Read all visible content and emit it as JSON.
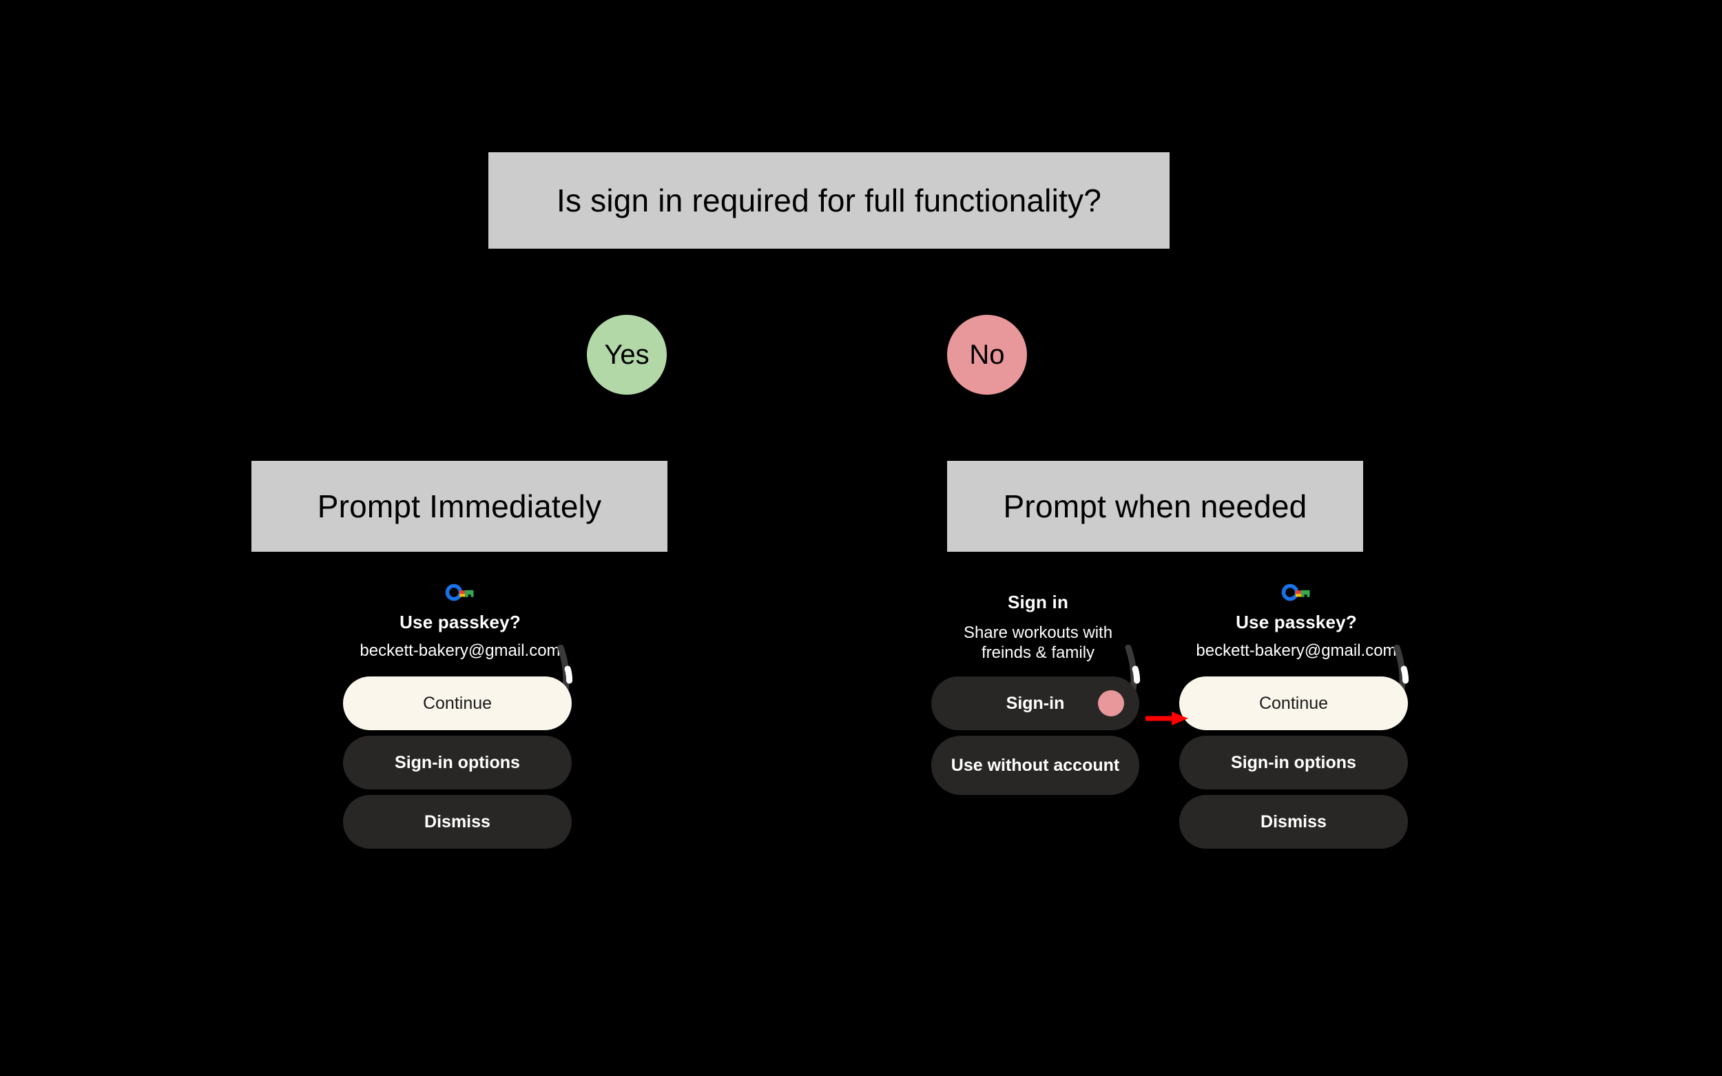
{
  "flow": {
    "question_box": {
      "label": "Is sign in required for full functionality?"
    },
    "branches": [
      {
        "label": "Yes",
        "color": "#B3D8A8"
      },
      {
        "label": "No",
        "color": "#E8979B"
      }
    ],
    "outcomes": [
      {
        "label": "Prompt Immediately"
      },
      {
        "label": "Prompt when needed"
      }
    ],
    "box_color": "#CCCCCC",
    "background": "#000000"
  },
  "mockups": {
    "left_passkey": {
      "icon": "google-passkey-icon",
      "title": "Use passkey?",
      "subtitle": "beckett-bakery@gmail.com",
      "buttons": [
        {
          "label": "Continue",
          "style": "cream"
        },
        {
          "label": "Sign-in options",
          "style": "dark"
        },
        {
          "label": "Dismiss",
          "style": "dark"
        }
      ],
      "scrollbar": "curved-scrollbar-icon"
    },
    "middle_signin": {
      "title": "Sign in",
      "subtitle": "Share workouts with freinds & family",
      "buttons": [
        {
          "label": "Sign-in",
          "style": "dark",
          "dot_color": "#E8979B"
        },
        {
          "label": "Use without account",
          "style": "dark"
        }
      ],
      "scrollbar": "curved-scrollbar-icon"
    },
    "right_passkey": {
      "icon": "google-passkey-icon",
      "title": "Use passkey?",
      "subtitle": "beckett-bakery@gmail.com",
      "buttons": [
        {
          "label": "Continue",
          "style": "cream"
        },
        {
          "label": "Sign-in options",
          "style": "dark"
        },
        {
          "label": "Dismiss",
          "style": "dark"
        }
      ],
      "scrollbar": "curved-scrollbar-icon"
    }
  },
  "annotation": {
    "arrow": {
      "name": "red-arrow-icon",
      "color": "#FF0000",
      "direction": "right"
    }
  },
  "colors": {
    "cream_button": "#FAF6EC",
    "dark_button": "#282725",
    "accent_pink": "#E8979B",
    "accent_green": "#B3D8A8",
    "grey_box": "#CCCCCC"
  }
}
